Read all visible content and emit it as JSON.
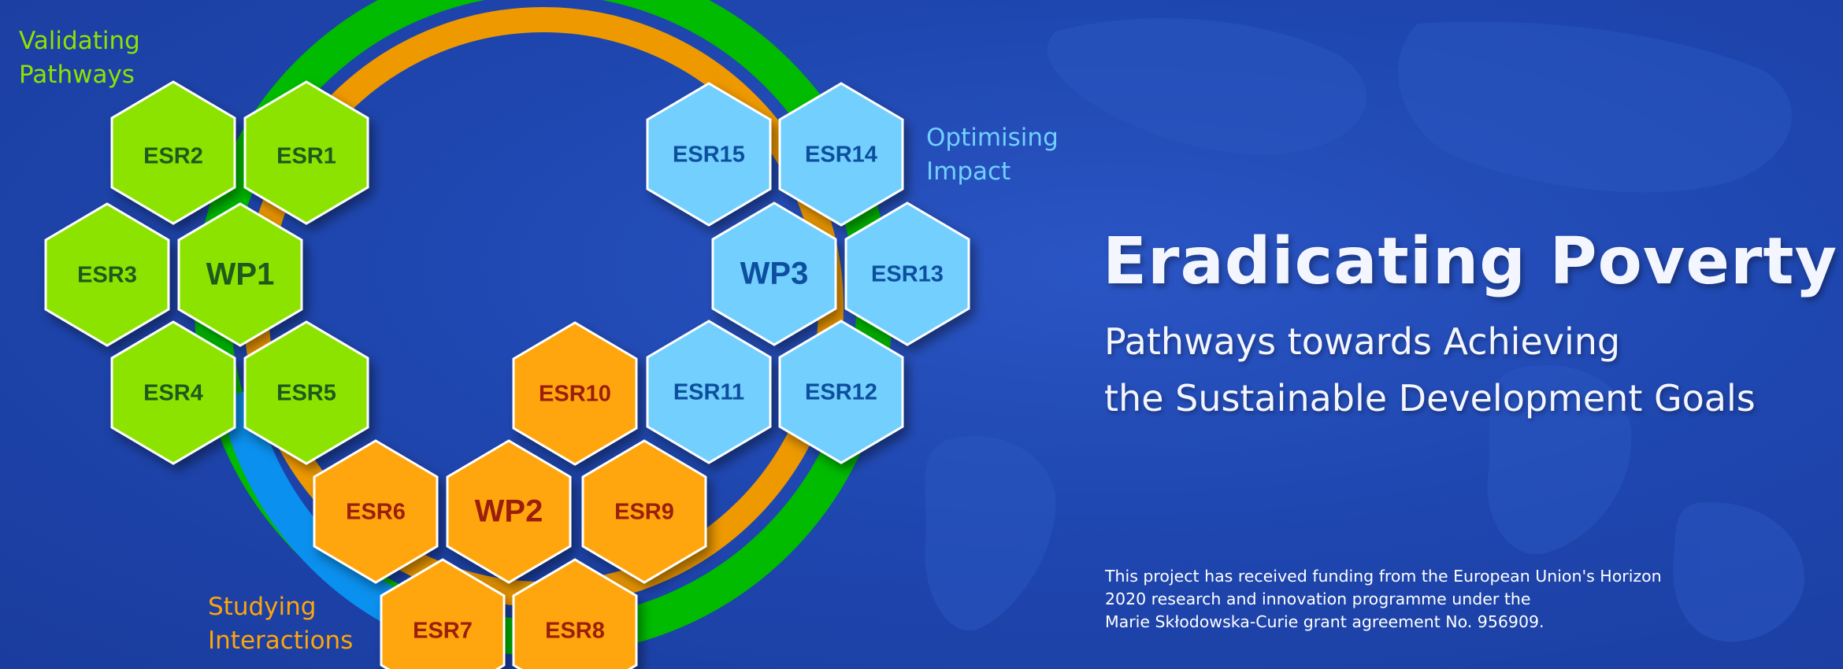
{
  "groups": {
    "wp1": {
      "label_line1": "Validating",
      "label_line2": "Pathways",
      "color": "#8de300",
      "text_color": "#1e5a1e"
    },
    "wp2": {
      "label_line1": "Studying",
      "label_line2": "Interactions",
      "color": "#ffa50a",
      "text_color": "#9a1e0a"
    },
    "wp3": {
      "label_line1": "Optimising",
      "label_line2": "Impact",
      "color": "#72cffe",
      "text_color": "#0d4f9e"
    }
  },
  "hexes": {
    "esr1": "ESR1",
    "esr2": "ESR2",
    "esr3": "ESR3",
    "esr4": "ESR4",
    "esr5": "ESR5",
    "wp1": "WP1",
    "esr6": "ESR6",
    "esr7": "ESR7",
    "esr8": "ESR8",
    "esr9": "ESR9",
    "esr10": "ESR10",
    "wp2": "WP2",
    "esr11": "ESR11",
    "esr12": "ESR12",
    "esr13": "ESR13",
    "esr14": "ESR14",
    "esr15": "ESR15",
    "wp3": "WP3"
  },
  "title": "Eradicating Poverty",
  "subtitle": {
    "line1": "Pathways towards Achieving",
    "line2": "the Sustainable Development Goals"
  },
  "funding": {
    "line1": "This project has received funding from the European Union's Horizon",
    "line2": "2020 research and innovation programme under the",
    "line3": "Marie Skłodowska-Curie grant agreement No. 956909."
  },
  "colors": {
    "background": "#1f47b0",
    "ring_green": "#00bb00",
    "ring_orange": "#ee9900",
    "ring_blue": "#0a90ee",
    "hex_outline": "#ffffff"
  }
}
